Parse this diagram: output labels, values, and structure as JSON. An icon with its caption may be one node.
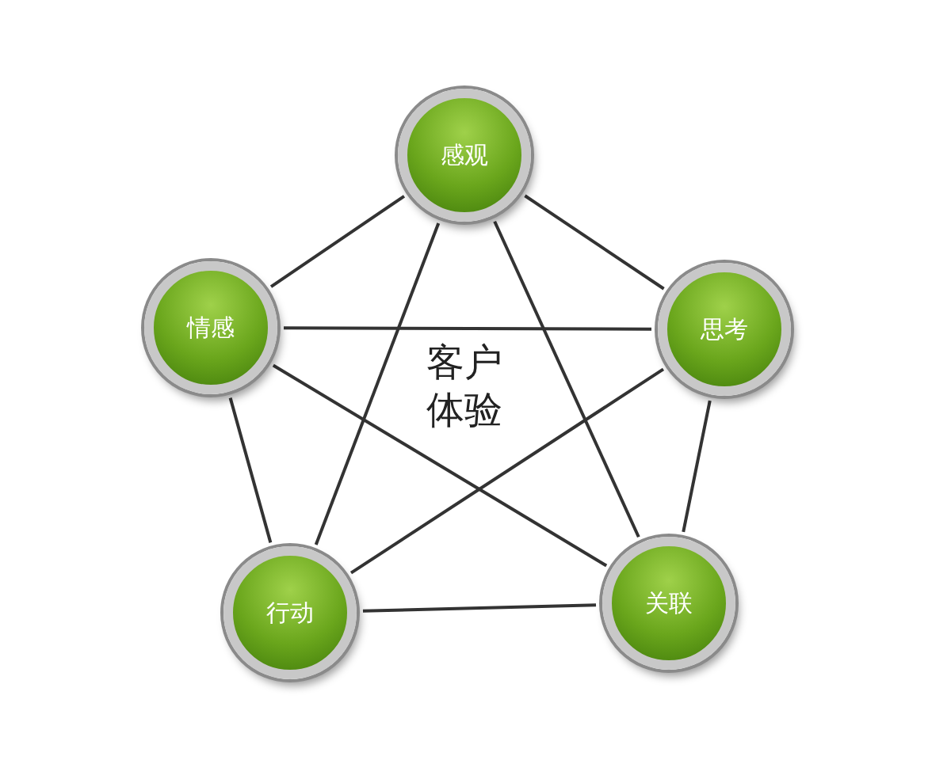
{
  "diagram": {
    "nodes": [
      {
        "text": [
          "感观"
        ]
      },
      {
        "text": [
          "思考"
        ]
      },
      {
        "text": [
          "关联"
        ]
      },
      {
        "text": [
          "行动"
        ]
      },
      {
        "text": [
          "情感"
        ]
      }
    ],
    "edges": [
      {
        "from": 0,
        "to": 1,
        "arrow": "none"
      },
      {
        "from": 1,
        "to": 2,
        "arrow": "none"
      },
      {
        "from": 2,
        "to": 3,
        "arrow": "none"
      },
      {
        "from": 3,
        "to": 4,
        "arrow": "none"
      },
      {
        "from": 4,
        "to": 0,
        "arrow": "none"
      },
      {
        "from": 0,
        "to": 2,
        "arrow": "none"
      },
      {
        "from": 0,
        "to": 3,
        "arrow": "none"
      },
      {
        "from": 1,
        "to": 4,
        "arrow": "none"
      },
      {
        "from": 1,
        "to": 3,
        "arrow": "none"
      },
      {
        "from": 4,
        "to": 2,
        "arrow": "none"
      }
    ],
    "labels": [
      "客户体验"
    ]
  }
}
